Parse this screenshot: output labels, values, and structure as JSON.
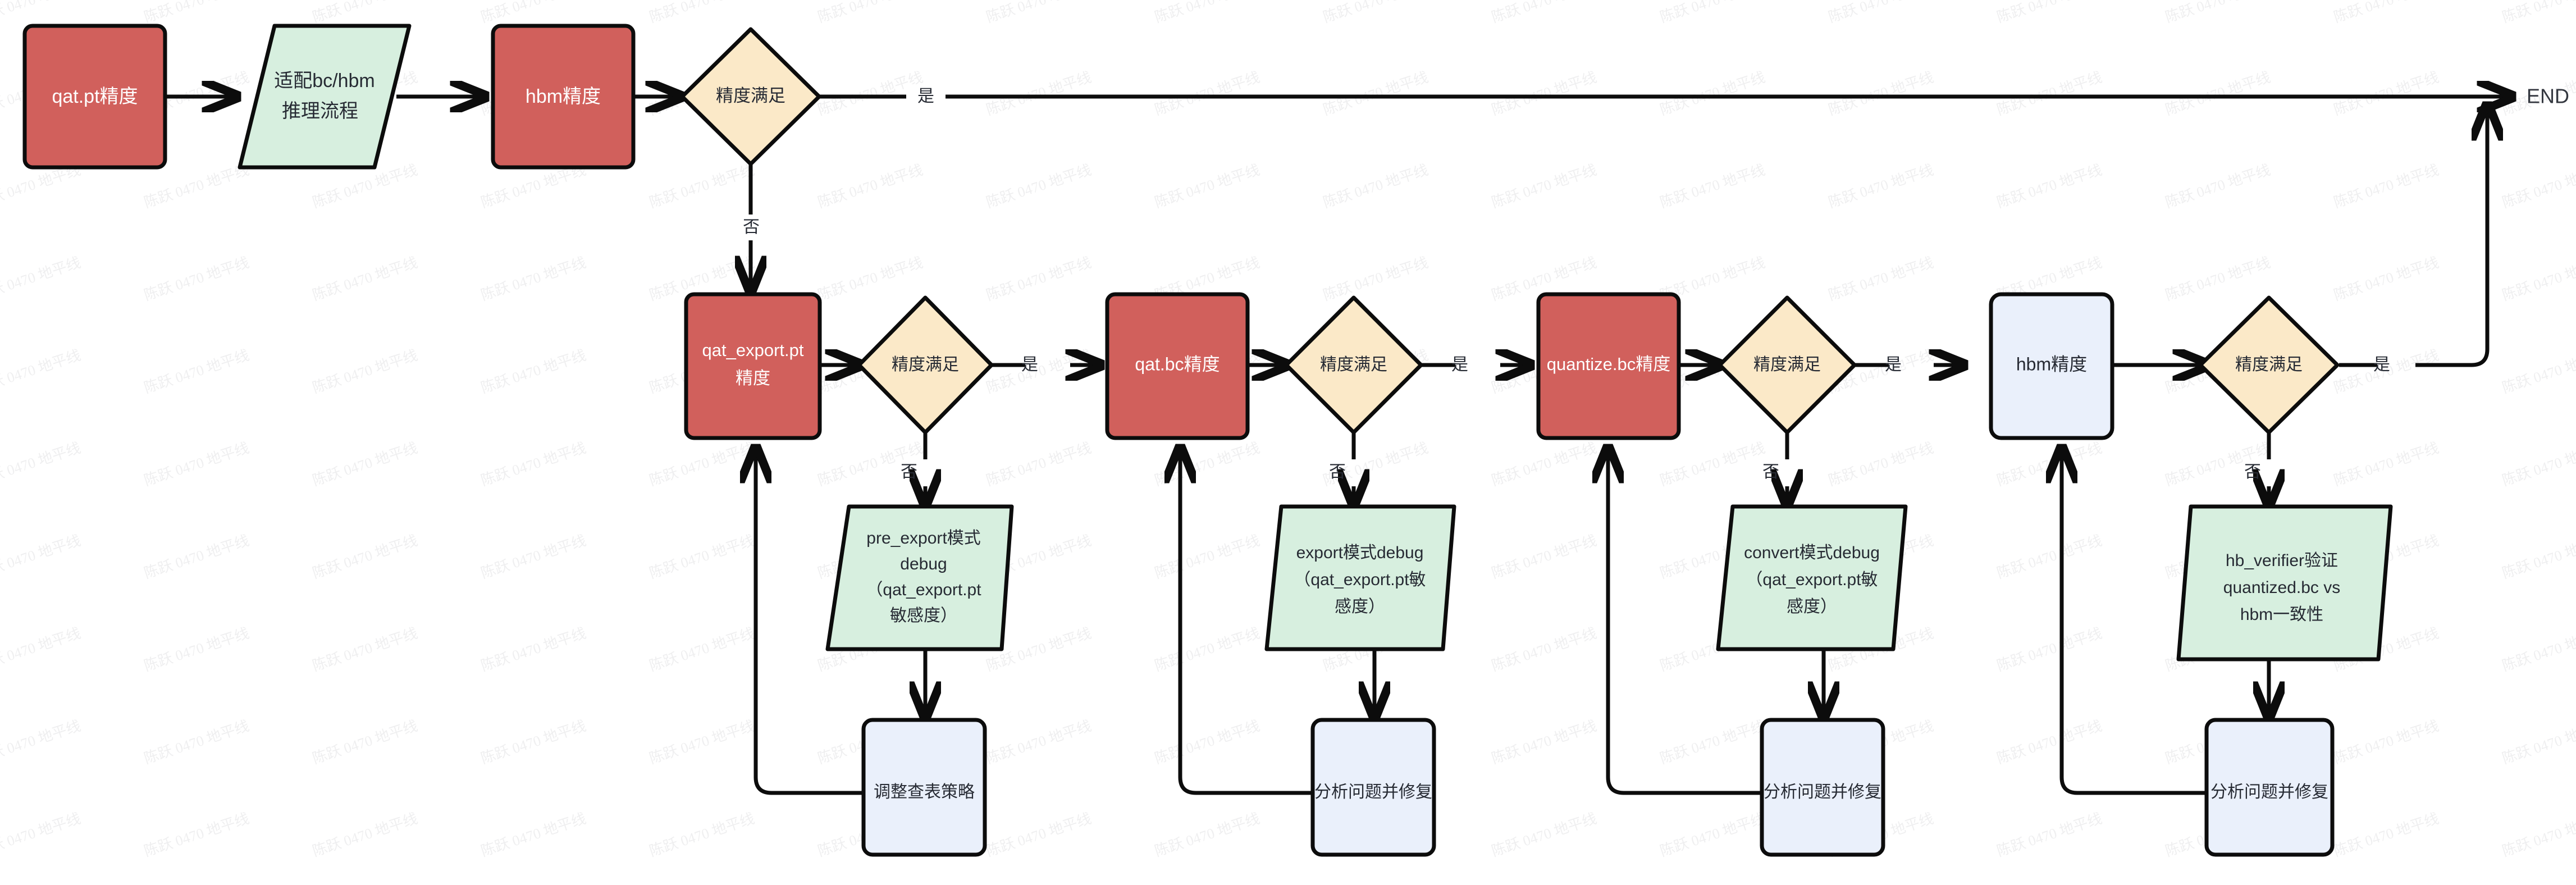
{
  "diagram": {
    "title_visible": false,
    "watermark_text": "陈跃 0470 地平线",
    "palette": {
      "red_fill": "#d1605c",
      "red_text": "#ffffff",
      "green_fill": "#d7efdf",
      "cream_fill": "#fbe9c8",
      "blue_fill": "#eaf0fb",
      "stroke": "#0c0c0c",
      "dark_text": "#262a33",
      "background": "#ffffff"
    },
    "end_label": "END",
    "edge_labels": {
      "yes": "是",
      "no": "否"
    },
    "nodes": [
      {
        "id": "n1",
        "label": "qat.pt精度",
        "shape": "rounded-rect",
        "style": "red"
      },
      {
        "id": "n2",
        "label": "适配bc/hbm\n推理流程",
        "shape": "parallelogram",
        "style": "green"
      },
      {
        "id": "n3",
        "label": "hbm精度",
        "shape": "rounded-rect",
        "style": "red"
      },
      {
        "id": "d1",
        "label": "精度满足",
        "shape": "diamond",
        "style": "cream"
      },
      {
        "id": "n4",
        "label": "qat_export.pt\n精度",
        "shape": "rounded-rect",
        "style": "red"
      },
      {
        "id": "d2",
        "label": "精度满足",
        "shape": "diamond",
        "style": "cream"
      },
      {
        "id": "n5",
        "label": "qat.bc精度",
        "shape": "rounded-rect",
        "style": "red"
      },
      {
        "id": "d3",
        "label": "精度满足",
        "shape": "diamond",
        "style": "cream"
      },
      {
        "id": "n6",
        "label": "quantize.bc精度",
        "shape": "rounded-rect",
        "style": "red"
      },
      {
        "id": "d4",
        "label": "精度满足",
        "shape": "diamond",
        "style": "cream"
      },
      {
        "id": "n7",
        "label": "hbm精度",
        "shape": "rounded-rect",
        "style": "blue"
      },
      {
        "id": "d5",
        "label": "精度满足",
        "shape": "diamond",
        "style": "cream"
      },
      {
        "id": "p1",
        "label": "pre_export模式\ndebug\n（qat_export.pt\n敏感度）",
        "shape": "parallelogram",
        "style": "green"
      },
      {
        "id": "p2",
        "label": "export模式debug\n（qat_export.pt敏\n感度）",
        "shape": "parallelogram",
        "style": "green"
      },
      {
        "id": "p3",
        "label": "convert模式debug\n（qat_export.pt敏\n感度）",
        "shape": "parallelogram",
        "style": "green"
      },
      {
        "id": "p4",
        "label": "hb_verifier验证\nquantized.bc vs\nhbm一致性",
        "shape": "parallelogram",
        "style": "green"
      },
      {
        "id": "b1",
        "label": "调整查表策略",
        "shape": "rounded-rect",
        "style": "blue"
      },
      {
        "id": "b2",
        "label": "分析问题并修复",
        "shape": "rounded-rect",
        "style": "blue"
      },
      {
        "id": "b3",
        "label": "分析问题并修复",
        "shape": "rounded-rect",
        "style": "blue"
      },
      {
        "id": "b4",
        "label": "分析问题并修复",
        "shape": "rounded-rect",
        "style": "blue"
      }
    ],
    "edges": [
      {
        "from": "n1",
        "to": "n2",
        "label": ""
      },
      {
        "from": "n2",
        "to": "n3",
        "label": ""
      },
      {
        "from": "n3",
        "to": "d1",
        "label": ""
      },
      {
        "from": "d1",
        "to": "END",
        "label": "是"
      },
      {
        "from": "d1",
        "to": "n4",
        "label": "否"
      },
      {
        "from": "n4",
        "to": "d2",
        "label": ""
      },
      {
        "from": "d2",
        "to": "n5",
        "label": "是"
      },
      {
        "from": "d2",
        "to": "p1",
        "label": "否"
      },
      {
        "from": "p1",
        "to": "b1",
        "label": ""
      },
      {
        "from": "b1",
        "to": "n4",
        "label": ""
      },
      {
        "from": "n5",
        "to": "d3",
        "label": ""
      },
      {
        "from": "d3",
        "to": "n6",
        "label": "是"
      },
      {
        "from": "d3",
        "to": "p2",
        "label": "否"
      },
      {
        "from": "p2",
        "to": "b2",
        "label": ""
      },
      {
        "from": "b2",
        "to": "n5",
        "label": ""
      },
      {
        "from": "n6",
        "to": "d4",
        "label": ""
      },
      {
        "from": "d4",
        "to": "n7",
        "label": "是"
      },
      {
        "from": "d4",
        "to": "p3",
        "label": "否"
      },
      {
        "from": "p3",
        "to": "b3",
        "label": ""
      },
      {
        "from": "b3",
        "to": "n6",
        "label": ""
      },
      {
        "from": "n7",
        "to": "d5",
        "label": ""
      },
      {
        "from": "d5",
        "to": "END",
        "label": "是"
      },
      {
        "from": "d5",
        "to": "p4",
        "label": "否"
      },
      {
        "from": "p4",
        "to": "b4",
        "label": ""
      },
      {
        "from": "b4",
        "to": "n7",
        "label": ""
      }
    ]
  }
}
